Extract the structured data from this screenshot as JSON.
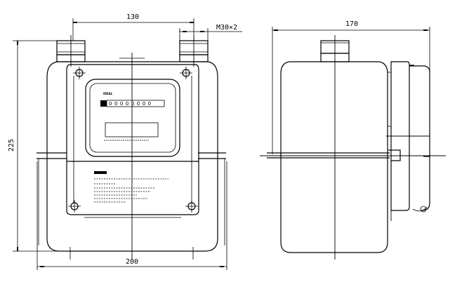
{
  "drawing": {
    "front_view": {
      "dimension_top": "130",
      "dimension_thread": "M30×2",
      "dimension_height": "225",
      "dimension_bottom": "200",
      "nameplate_brand": "IDEAL",
      "counter_digits": "00000000"
    },
    "side_view": {
      "dimension_depth": "170"
    }
  }
}
